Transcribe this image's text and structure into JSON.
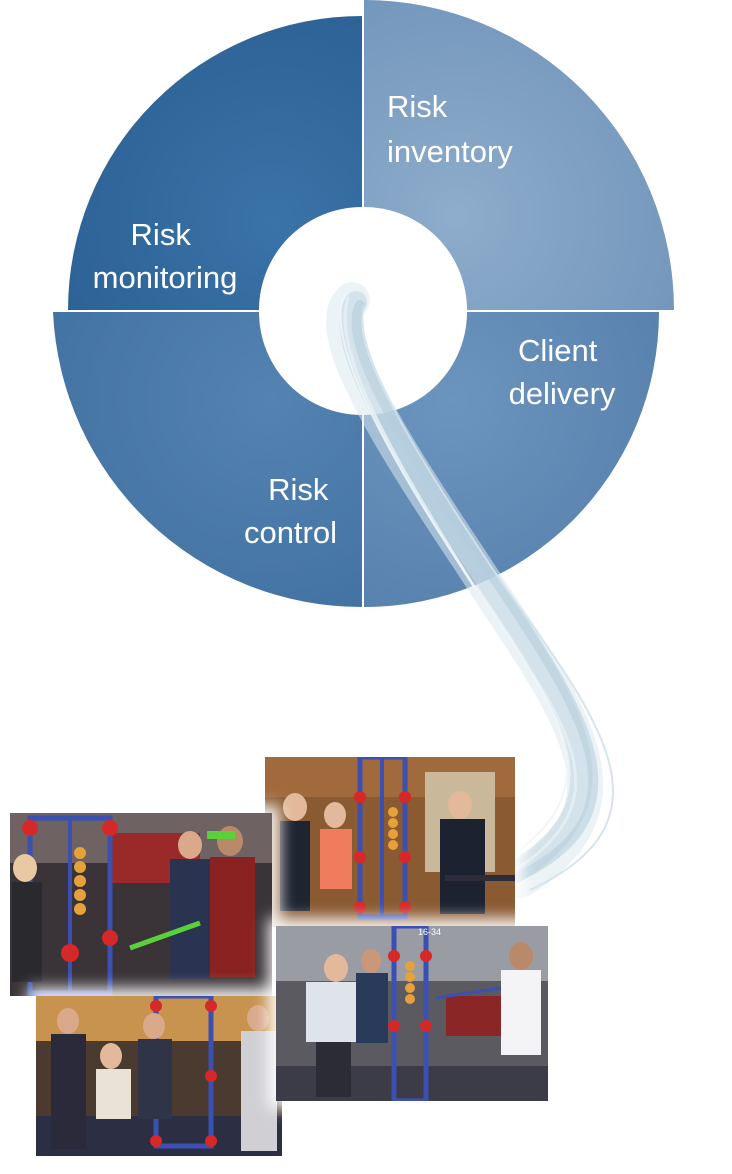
{
  "diagram": {
    "segments": [
      {
        "id": "risk-inventory",
        "label_lines": [
          "Risk",
          "inventory"
        ],
        "color": "#7ea0c2"
      },
      {
        "id": "client-delivery",
        "label_lines": [
          "Client",
          "delivery"
        ],
        "color": "#5f8ab5"
      },
      {
        "id": "risk-control",
        "label_lines": [
          "Risk",
          "control"
        ],
        "color": "#4a79a8"
      },
      {
        "id": "risk-monitoring",
        "label_lines": [
          "Risk",
          "monitoring"
        ],
        "color": "#326a9e"
      }
    ],
    "swoosh_color": "#c2d8e3"
  },
  "photos": [
    {
      "id": "photo-team-top-right",
      "overlay_text": "16-34",
      "description_icon": "team-exercise-photo"
    },
    {
      "id": "photo-team-left",
      "description_icon": "team-exercise-photo"
    },
    {
      "id": "photo-team-bottom-left",
      "description_icon": "team-exercise-photo"
    },
    {
      "id": "photo-team-bottom-right",
      "description_icon": "team-exercise-photo"
    }
  ]
}
